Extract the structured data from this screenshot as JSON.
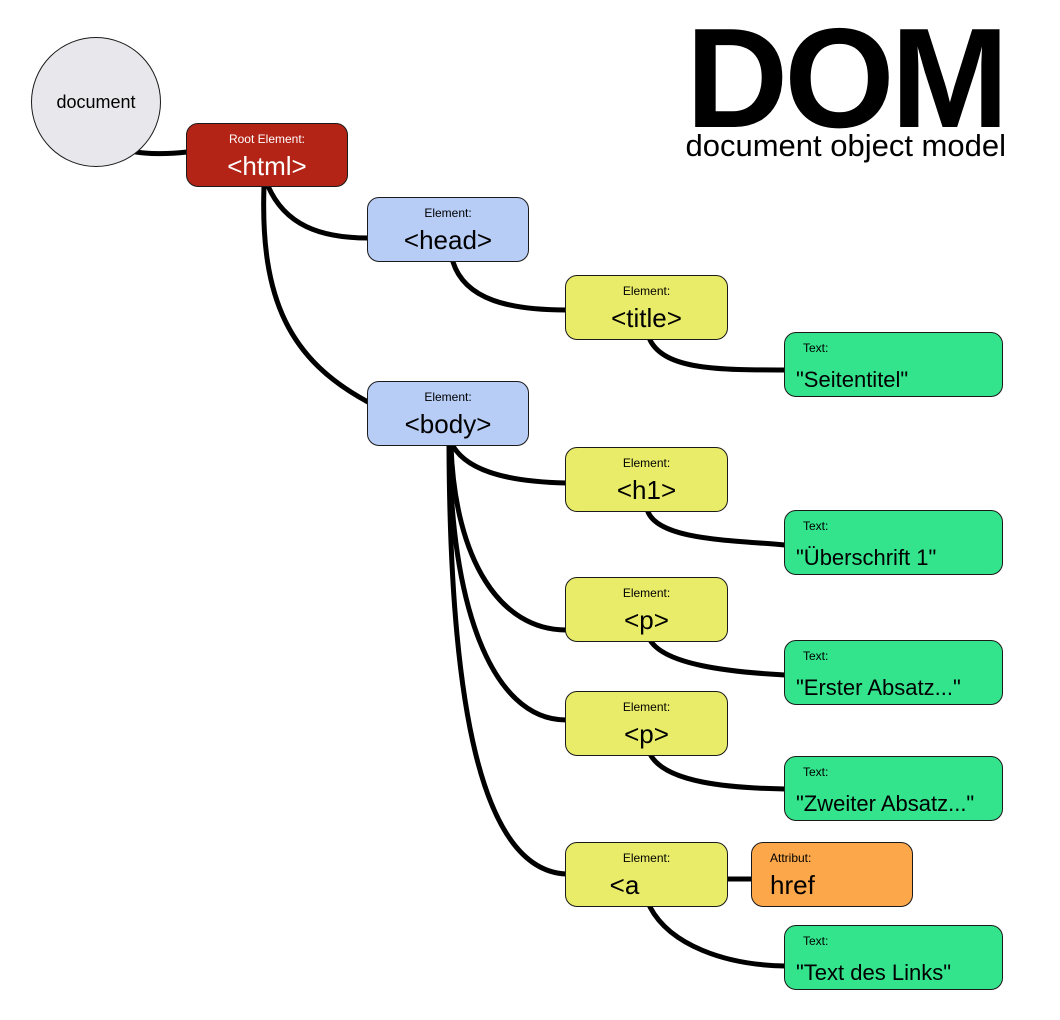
{
  "header": {
    "title": "DOM",
    "subtitle": "document object model"
  },
  "colors": {
    "root": "#b32416",
    "element_blue": "#b7cdf6",
    "element_yellow": "#e9ec68",
    "text_node": "#33e48c",
    "attribute_node": "#fca74a",
    "document_circle": "#e8e7eb"
  },
  "document": {
    "label": "document"
  },
  "nodes": {
    "html": {
      "kind": "Root Element:",
      "tag": "<html>"
    },
    "head": {
      "kind": "Element:",
      "tag": "<head>"
    },
    "title": {
      "kind": "Element:",
      "tag": "<title>"
    },
    "title_text": {
      "kind": "Text:",
      "tag": "\"Seitentitel\""
    },
    "body": {
      "kind": "Element:",
      "tag": "<body>"
    },
    "h1": {
      "kind": "Element:",
      "tag": "<h1>"
    },
    "h1_text": {
      "kind": "Text:",
      "tag": "\"Überschrift 1\""
    },
    "p1": {
      "kind": "Element:",
      "tag": "<p>"
    },
    "p1_text": {
      "kind": "Text:",
      "tag": "\"Erster Absatz...\""
    },
    "p2": {
      "kind": "Element:",
      "tag": "<p>"
    },
    "p2_text": {
      "kind": "Text:",
      "tag": "\"Zweiter Absatz...\""
    },
    "a": {
      "kind": "Element:",
      "tag": "<a"
    },
    "a_attr": {
      "kind": "Attribut:",
      "tag": "href"
    },
    "a_text": {
      "kind": "Text:",
      "tag": "\"Text des Links\""
    }
  }
}
